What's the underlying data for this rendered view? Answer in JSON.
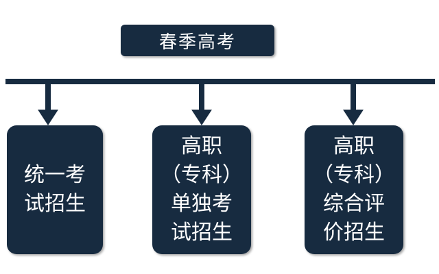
{
  "diagram": {
    "colors": {
      "box_fill": "#172b40",
      "connector": "#172b40",
      "text": "#ffffff",
      "background": "#ffffff"
    },
    "root": {
      "label": "春季高考"
    },
    "children": [
      {
        "lines": [
          "统一考",
          "试招生"
        ]
      },
      {
        "lines": [
          "高职",
          "（专科）",
          "单独考",
          "试招生"
        ]
      },
      {
        "lines": [
          "高职",
          "（专科）",
          "综合评",
          "价招生"
        ]
      }
    ]
  }
}
